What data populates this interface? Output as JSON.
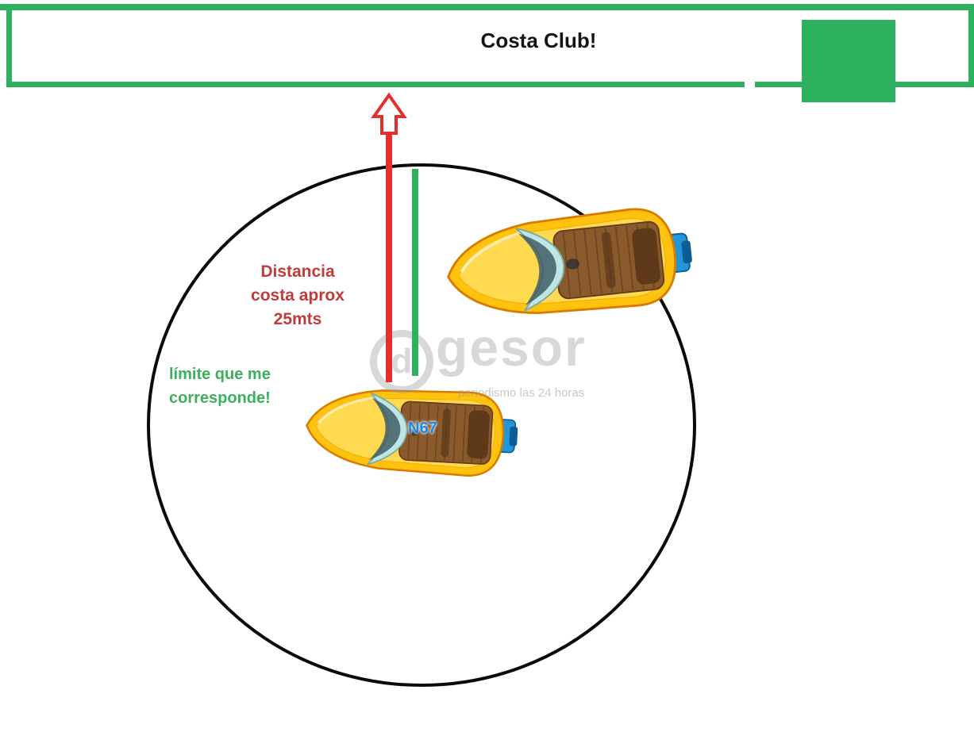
{
  "banner": {
    "title": "Costa Club!"
  },
  "labels": {
    "distance": {
      "line1": "Distancia",
      "line2": "costa aprox",
      "line3": "25mts"
    },
    "limit": {
      "line1": "límite que me",
      "line2": "corresponde!"
    },
    "boat_id": "N67"
  },
  "watermark": {
    "logo_letter": "d",
    "name": "gesor",
    "tagline": "periodismo las 24 horas"
  },
  "colors": {
    "green": "#2db15f",
    "red_line": "#e62e2e",
    "red_text": "#c13b3b",
    "green_text": "#3cb05f",
    "blue_label": "#1e88e5",
    "circle_black": "#0a0a0a",
    "watermark_gray": "#9a9a9a",
    "boat_yellow": "#ffc20e",
    "boat_yellow_light": "#ffd94f",
    "boat_outline": "#d97b00",
    "deck_brown": "#8a5a2b",
    "deck_brown_dark": "#5e3a1b",
    "plank_line": "#6e4623",
    "windshield_teal": "#bfe6e2",
    "windshield_glass": "#3a5560",
    "motor_blue": "#2196d9",
    "motor_blue_dark": "#0d5c94"
  }
}
